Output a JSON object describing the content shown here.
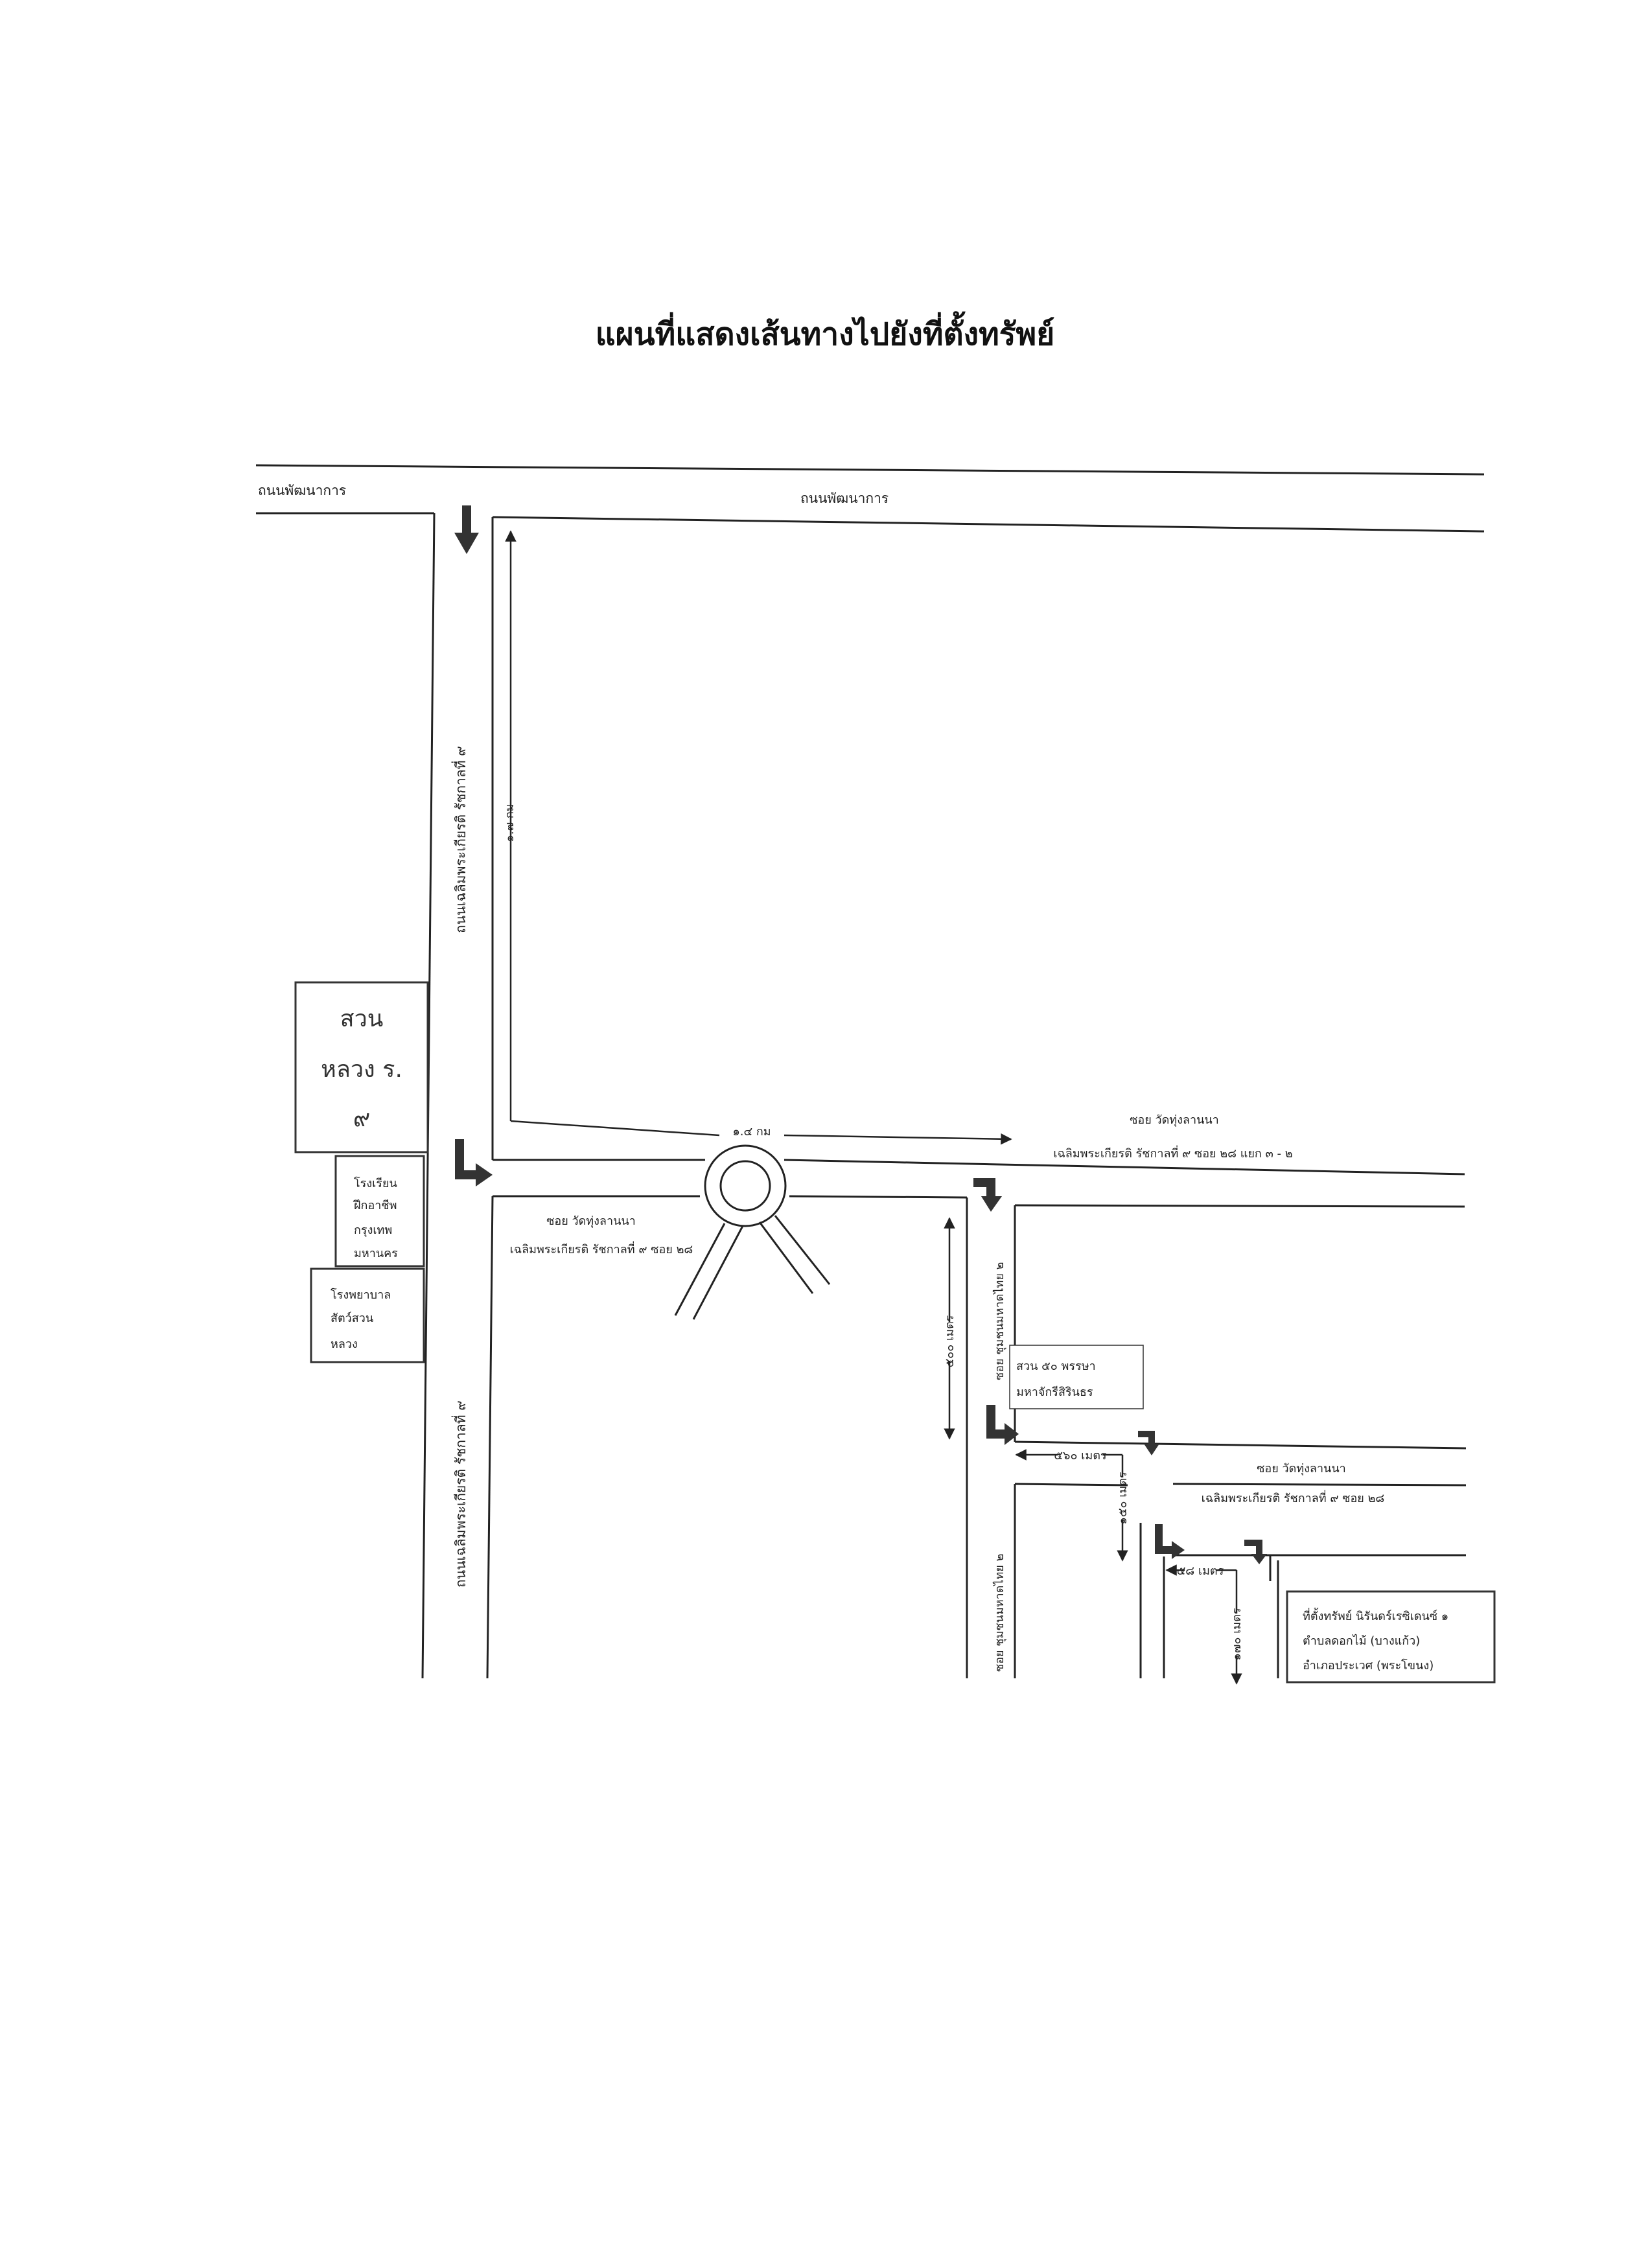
{
  "title": "แผนที่แสดงเส้นทางไปยังที่ตั้งทรัพย์",
  "roads": {
    "phatthanakan_left": "ถนนพัฒนาการ",
    "phatthanakan_top": "ถนนพัฒนาการ",
    "chaloem_north": "ถนนเฉลิมพระเกียรติ รัชกาลที่ ๙",
    "chaloem_south": "ถนนเฉลิมพระเกียรติ รัชกาลที่ ๙",
    "soi_wat_line1": "ซอย วัดทุ่งลานนา",
    "soi_wat_28_3_2_line2": "เฉลิมพระเกียรติ รัชกาลที่ ๙ ซอย ๒๘ แยก ๓ - ๒",
    "soi_wat_28_line2": "เฉลิมพระเกียรติ รัชกาลที่ ๙ ซอย ๒๘",
    "soi_wat_right_line1": "ซอย วัดทุ่งลานนา",
    "soi_wat_right_line2": "เฉลิมพระเกียรติ รัชกาลที่ ๙ ซอย ๒๘",
    "soi_chum_upper": "ซอย ชุมชนมหาดไทย ๒",
    "soi_chum_lower": "ซอย ชุมชนมหาดไทย ๒"
  },
  "distances": {
    "d_north": "๑.๗ กม",
    "d_east": "๑.๔ กม",
    "d_500": "๕๐๐ เมตร",
    "d_560": "๕๖๐ เมตร",
    "d_150": "๑๕๐ เมตร",
    "d_50": "๕๘ เมตร",
    "d_170": "๑๗๐ เมตร"
  },
  "landmarks": {
    "park_line1": "สวน",
    "park_line2": "หลวง ร.",
    "park_line3": "๙",
    "school_line1": "โรงเรียน",
    "school_line2": "ฝึกอาชีพ",
    "school_line3": "กรุงเทพ",
    "school_line4": "มหานคร",
    "hospital_line1": "โรงพยาบาล",
    "hospital_line2": "สัตว์สวน",
    "hospital_line3": "หลวง",
    "park50_line1": "สวน ๕๐ พรรษา",
    "park50_line2": "มหาจักรีสิรินธร"
  },
  "property": {
    "line1": "ที่ตั้งทรัพย์ นิรันดร์เรซิเดนซ์ ๑",
    "line2": "ตำบลดอกไม้ (บางแก้ว)",
    "line3": "อำเภอประเวศ (พระโขนง)"
  }
}
